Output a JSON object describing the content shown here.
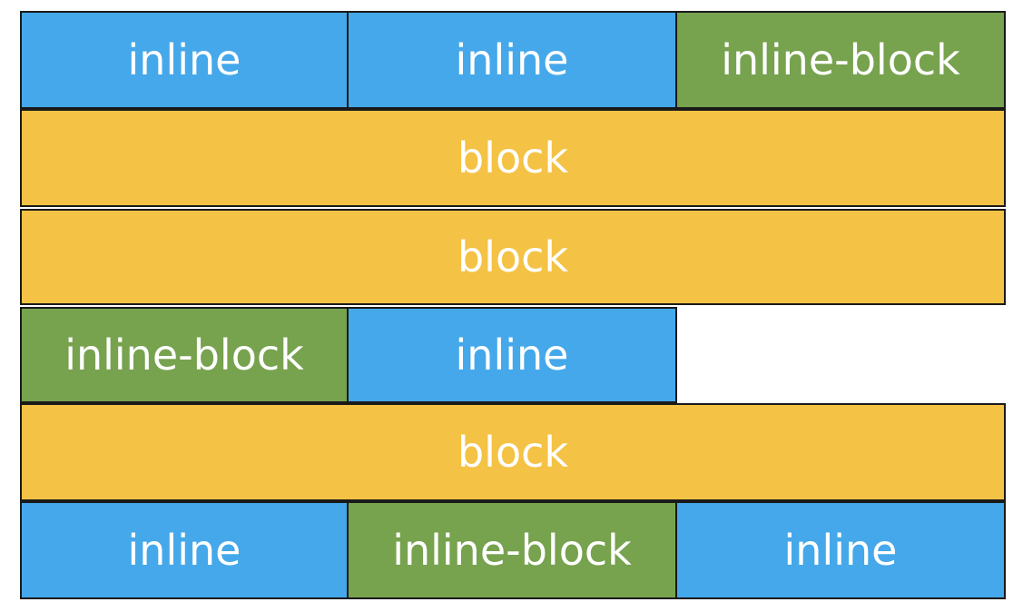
{
  "colors": {
    "inline": "#45a8ea",
    "inline_block": "#77a24e",
    "block": "#f4c244",
    "border": "#1a1a1a",
    "text": "#ffffff"
  },
  "rows": [
    {
      "cells": [
        {
          "type": "inline",
          "label": "inline"
        },
        {
          "type": "inline",
          "label": "inline"
        },
        {
          "type": "inline-block",
          "label": "inline-block"
        }
      ]
    },
    {
      "cells": [
        {
          "type": "block",
          "label": "block"
        }
      ]
    },
    {
      "cells": [
        {
          "type": "block",
          "label": "block"
        }
      ]
    },
    {
      "cells": [
        {
          "type": "inline-block",
          "label": "inline-block"
        },
        {
          "type": "inline",
          "label": "inline"
        }
      ]
    },
    {
      "cells": [
        {
          "type": "block",
          "label": "block"
        }
      ]
    },
    {
      "cells": [
        {
          "type": "inline",
          "label": "inline"
        },
        {
          "type": "inline-block",
          "label": "inline-block"
        },
        {
          "type": "inline",
          "label": "inline"
        }
      ]
    }
  ]
}
